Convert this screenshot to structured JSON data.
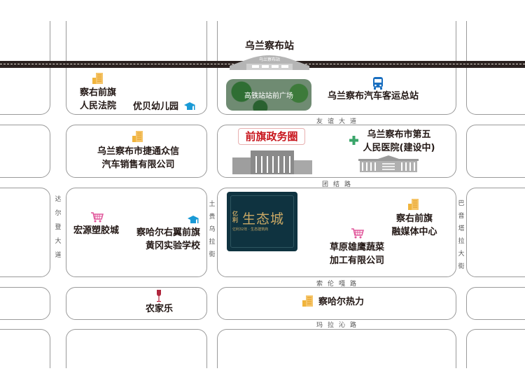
{
  "rail_station": {
    "name": "乌兰察布站",
    "sign": "乌兰察布站"
  },
  "plaza": "高铁站站前广场",
  "pois": {
    "court": [
      "察右前旗",
      "人民法院"
    ],
    "kindergarten": "优贝幼儿园",
    "bus_station": "乌兰察布汽车客运总站",
    "car_dealer": [
      "乌兰察布市捷通众信",
      "汽车销售有限公司"
    ],
    "gov_circle": "前旗政务圈",
    "hospital": [
      "乌兰察布市第五",
      "人民医院(建设中)"
    ],
    "plastics": "宏源塑胶城",
    "school": [
      "察哈尔右翼前旗",
      "黄冈实验学校"
    ],
    "media": [
      "察右前旗",
      "融媒体中心"
    ],
    "vegetables": [
      "草原雄鹰蔬菜",
      "加工有限公司"
    ],
    "farmhouse": "农家乐",
    "heating": "察哈尔热力"
  },
  "project": {
    "brand": "亿利",
    "name": "生态城",
    "slogan": "亿利32年 · 生态建筑商"
  },
  "roads": {
    "youyi": "友谊大道",
    "tuanjie": "团结路",
    "suolun": "索伦嘎路",
    "malaqin": "玛拉沁路",
    "daerdeng": "达尔登大道",
    "tuguiwula": "土贵乌拉街",
    "bayintala": "巴音塔拉大街"
  },
  "colors": {
    "gold": "#f0b43c",
    "blue": "#1a9ad6",
    "pink": "#e0559a",
    "green": "#3aa56a",
    "wine": "#b0263c",
    "red": "#c8161d",
    "navy": "#0f3340"
  }
}
